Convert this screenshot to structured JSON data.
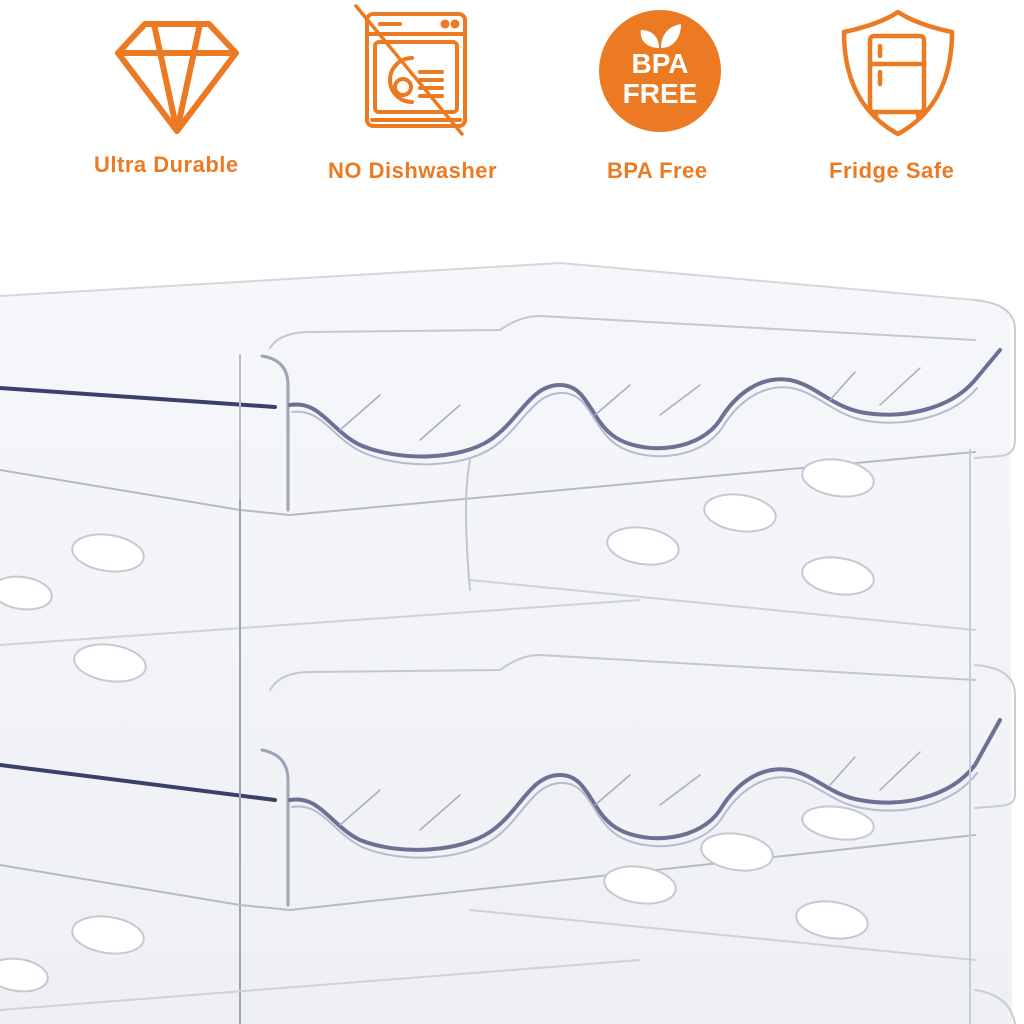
{
  "accent_color": "#EC7A23",
  "features": [
    {
      "icon": "diamond-icon",
      "label": "Ultra Durable"
    },
    {
      "icon": "no-dishwasher-icon",
      "label": "NO Dishwasher"
    },
    {
      "icon": "bpa-free-badge-icon",
      "label": "BPA Free",
      "badge_text_line1": "BPA",
      "badge_text_line2": "FREE"
    },
    {
      "icon": "fridge-shield-icon",
      "label": "Fridge Safe"
    }
  ],
  "product": {
    "name": "clear-stackable-wine-rack",
    "tiers_visible": 3,
    "bottle_slots_per_tier": 4
  }
}
